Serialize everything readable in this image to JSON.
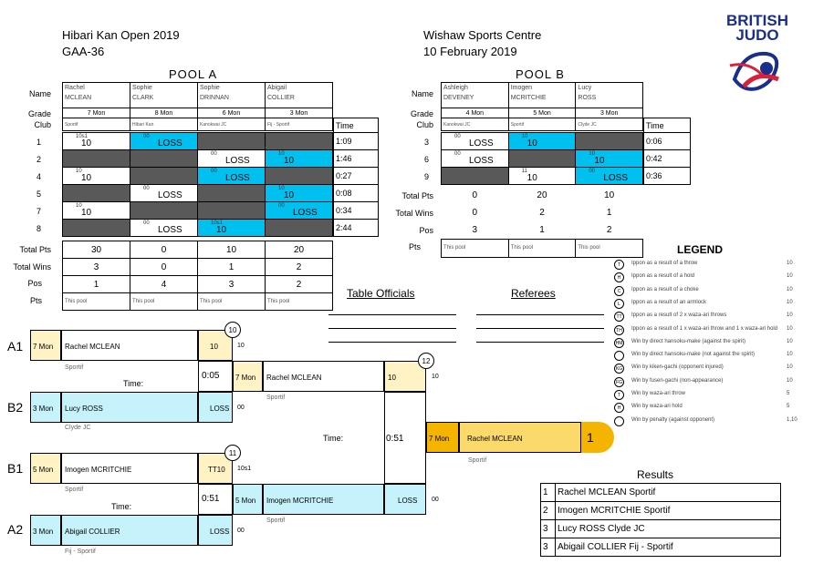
{
  "header": {
    "event": "Hibari Kan Open 2019",
    "category": "GAA-36",
    "venue": "Wishaw Sports Centre",
    "date": "10 February 2019"
  },
  "poolA": {
    "title": "POOL A",
    "name_label": "Name",
    "grade_label": "Grade",
    "club_label": "Club",
    "time_label": "Time",
    "players": [
      {
        "first": "Rachel",
        "last": "MCLEAN",
        "grade": "7 Mon",
        "club": "Sportif"
      },
      {
        "first": "Sophie",
        "last": "CLARK",
        "grade": "8 Mon",
        "club": "Hibari Kan"
      },
      {
        "first": "Sophie",
        "last": "DRINNAN",
        "grade": "6 Mon",
        "club": "Kanokwai JC"
      },
      {
        "first": "Abigail",
        "last": "COLLIER",
        "grade": "3 Mon",
        "club": "Fij - Sportif"
      }
    ],
    "rows": [
      {
        "n": "1",
        "time": "1:09"
      },
      {
        "n": "2",
        "time": "1:46"
      },
      {
        "n": "4",
        "time": "0:27"
      },
      {
        "n": "5",
        "time": "0:08"
      },
      {
        "n": "7",
        "time": "0:34"
      },
      {
        "n": "8",
        "time": "2:44"
      }
    ],
    "total_pts_label": "Total Pts",
    "total_wins_label": "Total Wins",
    "pos_label": "Pos",
    "pts_label": "Pts",
    "total_pts": [
      "30",
      "0",
      "10",
      "20"
    ],
    "total_wins": [
      "3",
      "0",
      "1",
      "2"
    ],
    "pos": [
      "1",
      "4",
      "3",
      "2"
    ],
    "this_pool": "This pool"
  },
  "poolB": {
    "title": "POOL B",
    "players": [
      {
        "first": "Ashleigh",
        "last": "DEVENEY",
        "grade": "4 Mon",
        "club": "Kanokwai JC"
      },
      {
        "first": "Imogen",
        "last": "MCRITCHIE",
        "grade": "5 Mon",
        "club": "Sportif"
      },
      {
        "first": "Lucy",
        "last": "ROSS",
        "grade": "3 Mon",
        "club": "Clyde JC"
      }
    ],
    "rows": [
      {
        "n": "3",
        "time": "0:06"
      },
      {
        "n": "6",
        "time": "0:42"
      },
      {
        "n": "9",
        "time": "0:36"
      }
    ],
    "total_pts": [
      "0",
      "20",
      "10"
    ],
    "total_wins": [
      "0",
      "2",
      "1"
    ],
    "pos": [
      "3",
      "1",
      "2"
    ]
  },
  "scores": {
    "s10": "10",
    "s00": "00",
    "s10s1": "10s1",
    "loss": "LOSS",
    "s11": "11",
    "tt10": "TT10",
    "s10s1b": "10s1"
  },
  "officials": {
    "table": "Table Officials",
    "referees": "Referees"
  },
  "legend": {
    "title": "LEGEND",
    "items": [
      {
        "sym": "T",
        "text": "Ippon as a result of a throw",
        "val": "10"
      },
      {
        "sym": "H",
        "text": "Ippon as a result of a hold",
        "val": "10"
      },
      {
        "sym": "C",
        "text": "Ippon as a result of a choke",
        "val": "10"
      },
      {
        "sym": "L",
        "text": "Ippon as a result of an armlock",
        "val": "10"
      },
      {
        "sym": "TT",
        "text": "Ippon as a result of 2 x waza-ari throws",
        "val": "10"
      },
      {
        "sym": "TH",
        "text": "Ippon as a result of 1 x waza-ari throw and 1 x waza-ari hold",
        "val": "10"
      },
      {
        "sym": "HM",
        "text": "Win by direct hansoku-make (against the spirit)",
        "val": "10"
      },
      {
        "sym": "",
        "text": "Win by direct hansoku-make (not against the spirit)",
        "val": "10"
      },
      {
        "sym": "KG",
        "text": "Win by kiken-gachi (opponent injured)",
        "val": "10"
      },
      {
        "sym": "FG",
        "text": "Win by fusen-gachi (non-appearance)",
        "val": "10"
      },
      {
        "sym": "T",
        "text": "Win by waza-ari throw",
        "val": "5"
      },
      {
        "sym": "H",
        "text": "Win by waza-ari hold",
        "val": "5"
      },
      {
        "sym": "",
        "text": "Win by penalty (against opponent)",
        "val": "1,10"
      }
    ]
  },
  "bracket": {
    "a1": "A1",
    "b2": "B2",
    "b1": "B1",
    "a2": "A2",
    "time_label": "Time:",
    "m10": "10",
    "m11": "11",
    "m12": "12",
    "p_a1": {
      "grade": "7 Mon",
      "name": "Rachel MCLEAN",
      "club": "Sportif",
      "score": "10",
      "pts": "10"
    },
    "p_b2": {
      "grade": "3 Mon",
      "name": "Lucy ROSS",
      "club": "Clyde JC",
      "score": "LOSS",
      "pts": "00"
    },
    "p_b1": {
      "grade": "5 Mon",
      "name": "Imogen MCRITCHIE",
      "club": "Sportif",
      "score": "TT10",
      "pts": "10s1"
    },
    "p_a2": {
      "grade": "3 Mon",
      "name": "Abigail COLLIER",
      "club": "Fij - Sportif",
      "score": "LOSS",
      "pts": "00"
    },
    "sf1_time": "0:05",
    "sf2_time": "0:51",
    "final_time": "0:51",
    "f_top": {
      "grade": "7 Mon",
      "name": "Rachel MCLEAN",
      "club": "Sportif",
      "score": "10",
      "pts": "10"
    },
    "f_bot": {
      "grade": "5 Mon",
      "name": "Imogen MCRITCHIE",
      "club": "Sportif",
      "score": "LOSS",
      "pts": "00"
    },
    "winner": {
      "grade": "7 Mon",
      "name": "Rachel MCLEAN",
      "club": "Sportif",
      "place": "1"
    }
  },
  "results": {
    "title": "Results",
    "rows": [
      {
        "n": "1",
        "t": "Rachel MCLEAN Sportif"
      },
      {
        "n": "2",
        "t": "Imogen MCRITCHIE Sportif"
      },
      {
        "n": "3",
        "t": "Lucy ROSS Clyde JC"
      },
      {
        "n": "3",
        "t": "Abigail COLLIER Fij - Sportif"
      }
    ]
  },
  "logo": {
    "line1": "BRITISH",
    "line2": "JUDO"
  },
  "colors": {
    "blue": "#00c0f0",
    "gray": "#595959",
    "yellow": "#fff2c4",
    "cyan": "#c6f3fb",
    "gold": "#f5b400",
    "brand": "#d9213a"
  }
}
